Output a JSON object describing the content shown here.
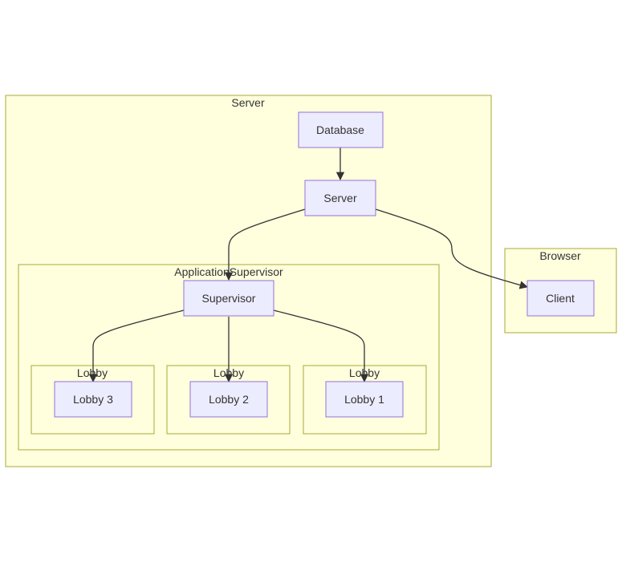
{
  "clusters": {
    "server": "Server",
    "browser": "Browser",
    "app_supervisor": "ApplicationSupervisor",
    "lobby_a": "Lobby",
    "lobby_b": "Lobby",
    "lobby_c": "Lobby"
  },
  "nodes": {
    "database": "Database",
    "server": "Server",
    "client": "Client",
    "supervisor": "Supervisor",
    "lobby3": "Lobby 3",
    "lobby2": "Lobby 2",
    "lobby1": "Lobby 1"
  },
  "colors": {
    "cluster_fill": "#ffffde",
    "cluster_stroke": "#aaaa33",
    "node_fill": "#ececff",
    "node_stroke": "#9370db",
    "edge": "#333333",
    "text": "#333333"
  },
  "edges": [
    {
      "from": "database",
      "to": "server"
    },
    {
      "from": "server",
      "to": "supervisor"
    },
    {
      "from": "server",
      "to": "client"
    },
    {
      "from": "supervisor",
      "to": "lobby3"
    },
    {
      "from": "supervisor",
      "to": "lobby2"
    },
    {
      "from": "supervisor",
      "to": "lobby1"
    }
  ]
}
